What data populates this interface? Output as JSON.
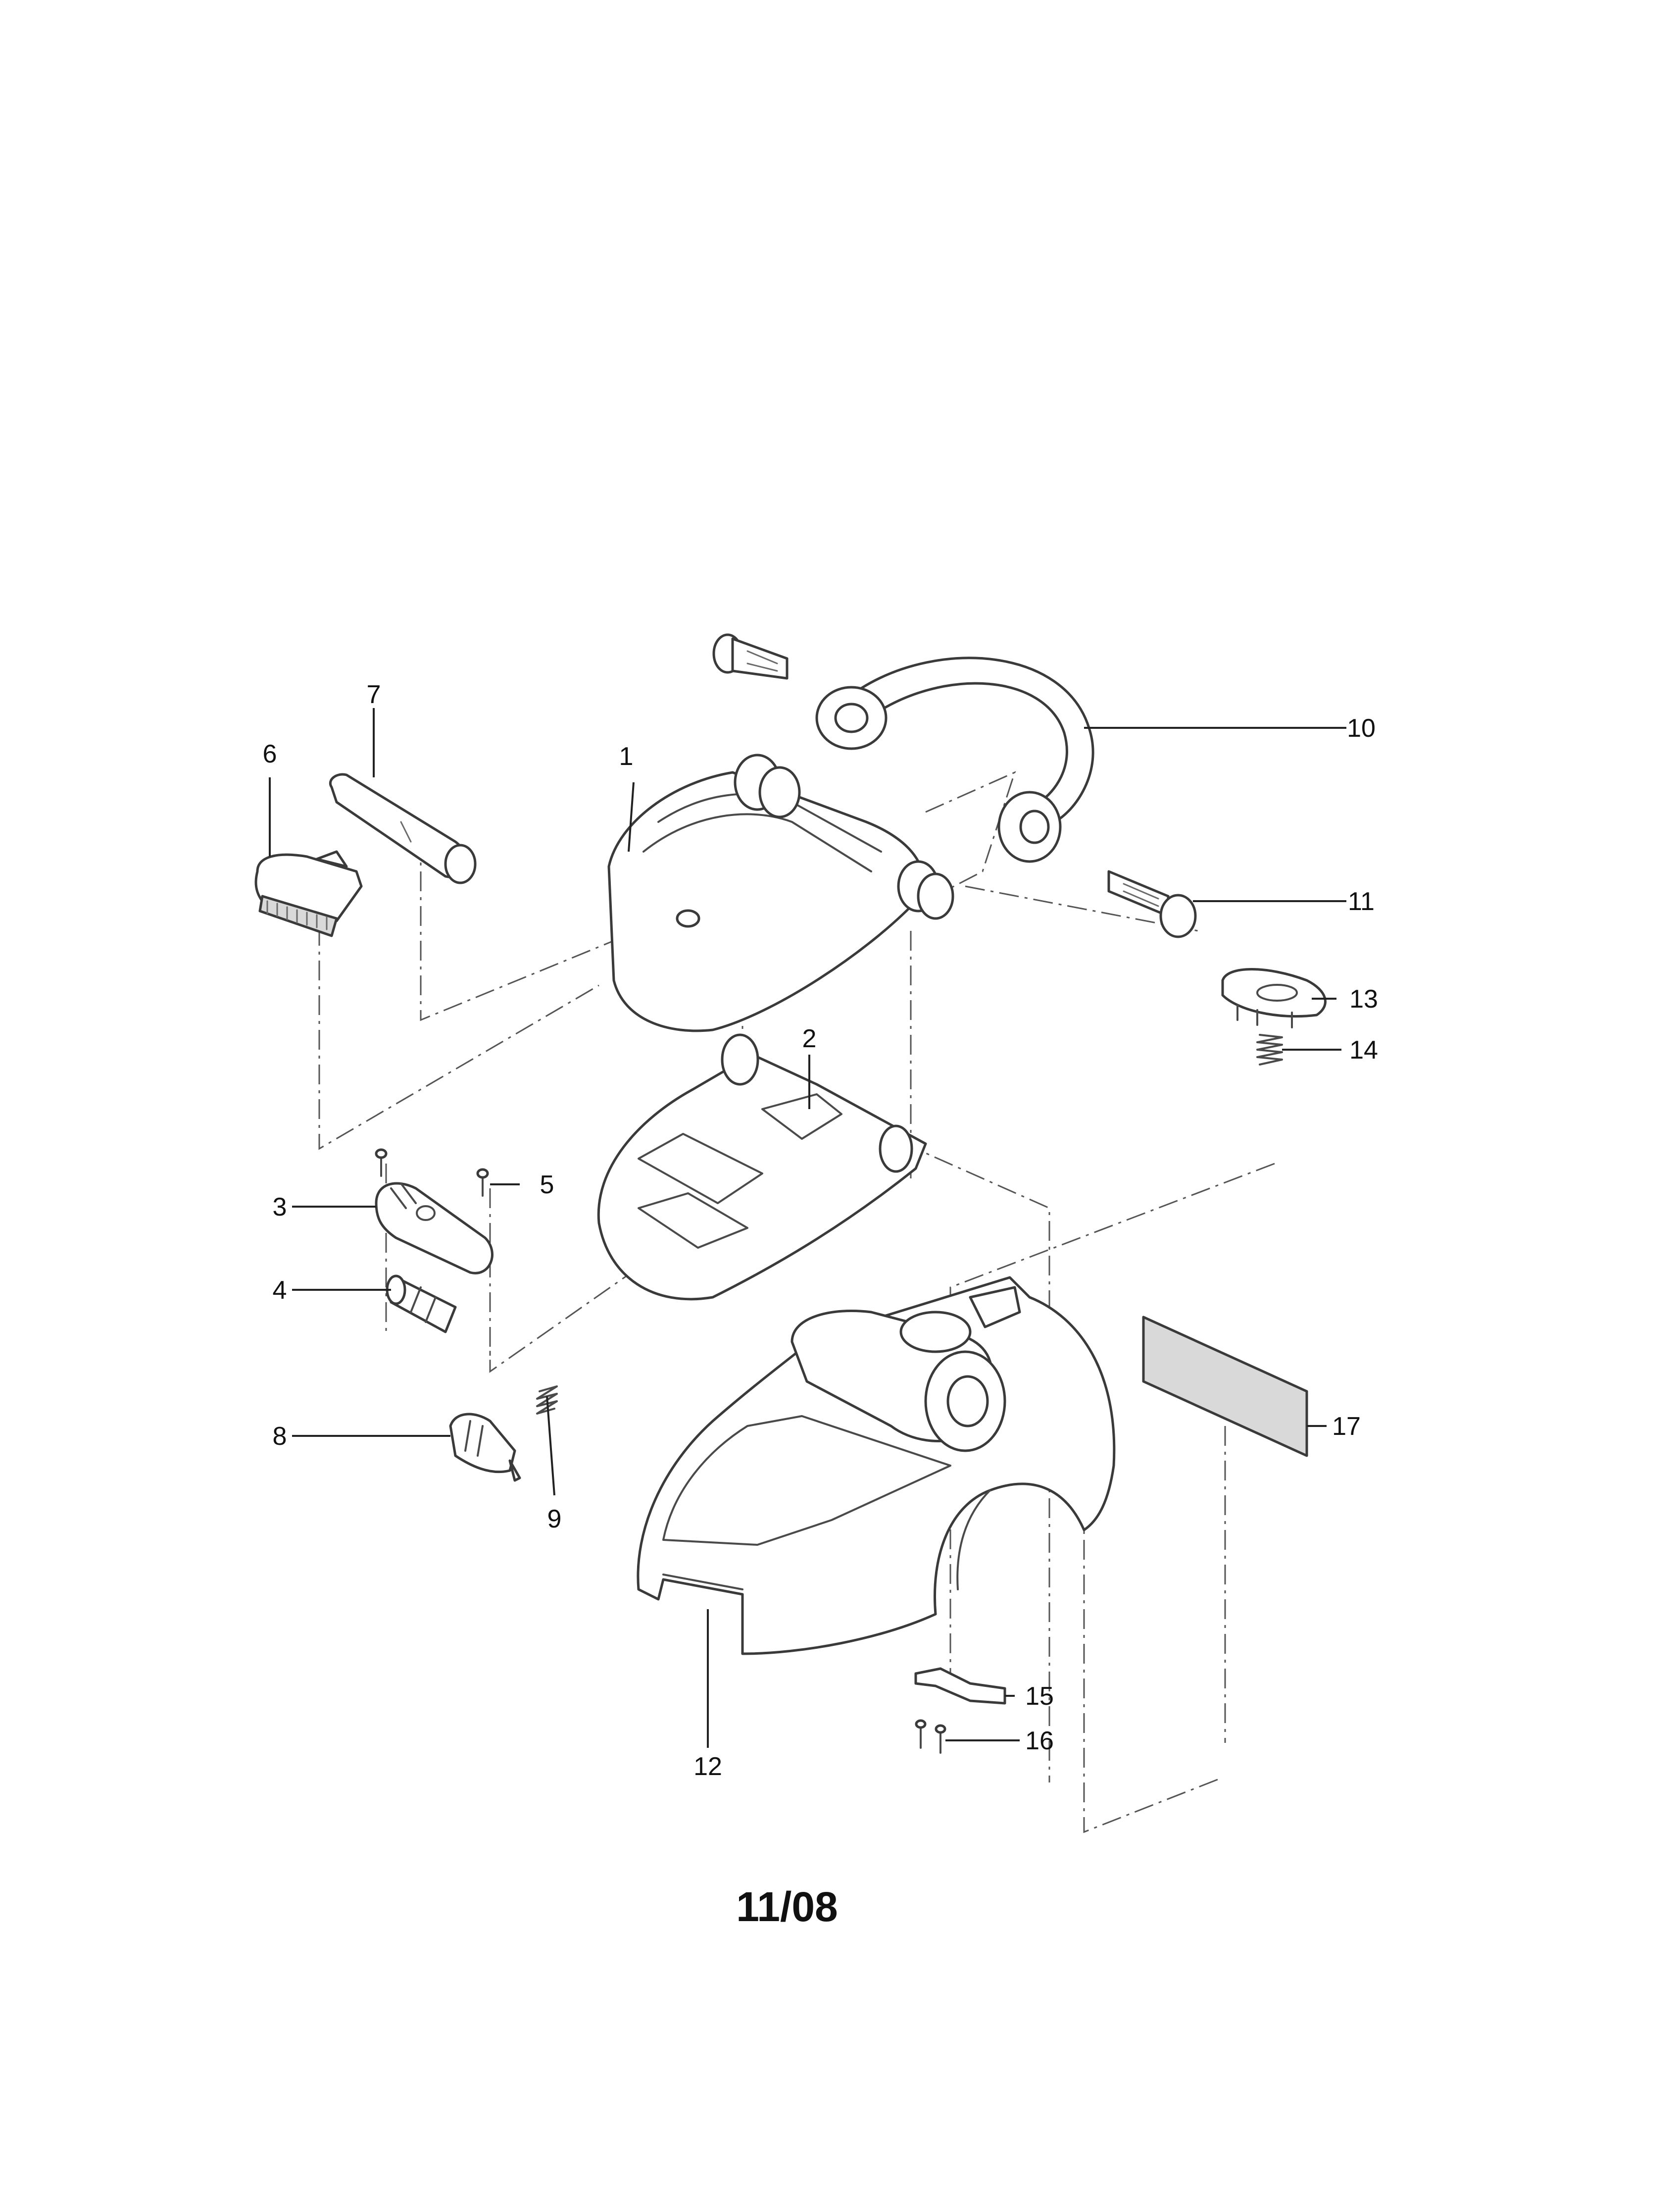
{
  "callouts": [
    "1",
    "2",
    "3",
    "4",
    "5",
    "6",
    "7",
    "8",
    "9",
    "10",
    "11",
    "12",
    "13",
    "14",
    "15",
    "16",
    "17"
  ],
  "footer": "11/08"
}
